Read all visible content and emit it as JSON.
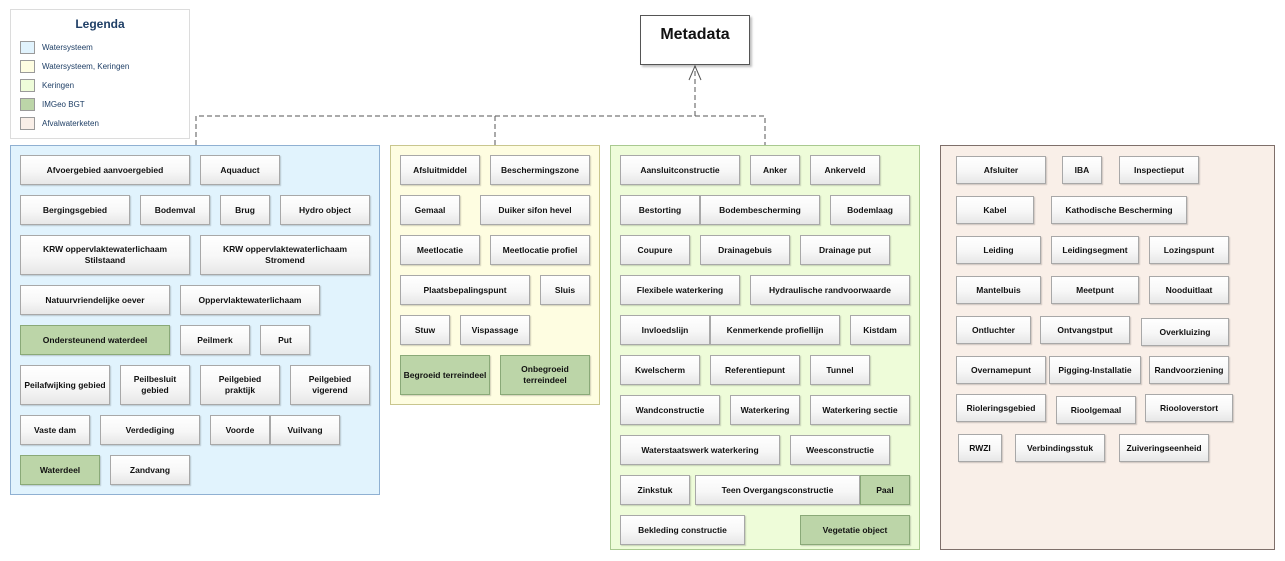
{
  "title": "Metadata",
  "legend": {
    "title": "Legenda",
    "items": [
      {
        "label": "Watersysteem",
        "color": "#e1f3fd"
      },
      {
        "label": "Watersysteem, Keringen",
        "color": "#fefde1"
      },
      {
        "label": "Keringen",
        "color": "#eefcd9"
      },
      {
        "label": "IMGeo BGT",
        "color": "#bcd5a8"
      },
      {
        "label": "Afvalwaterketen",
        "color": "#f9efe8"
      }
    ]
  },
  "groups": [
    {
      "name": "watersysteem",
      "fill": "#e1f3fd",
      "border": "#8fb0d2",
      "items": [
        "Afvoergebied aanvoergebied",
        "Aquaduct",
        "Bergingsgebied",
        "Bodemval",
        "Brug",
        "Hydro object",
        "KRW oppervlaktewaterlichaam Stilstaand",
        "KRW oppervlaktewaterlichaam Stromend",
        "Natuurvriendelijke oever",
        "Oppervlaktewaterlichaam",
        "Ondersteunend waterdeel",
        "Peilmerk",
        "Put",
        "Peilafwijking gebied",
        "Peilbesluit gebied",
        "Peilgebied praktijk",
        "Peilgebied vigerend",
        "Vaste dam",
        "Verdediging",
        "Voorde",
        "Vuilvang",
        "Waterdeel",
        "Zandvang"
      ]
    },
    {
      "name": "watersysteem-keringen",
      "fill": "#fefde1",
      "border": "#c9c68e",
      "items": [
        "Afsluitmiddel",
        "Beschermingszone",
        "Gemaal",
        "Duiker sifon hevel",
        "Meetlocatie",
        "Meetlocatie profiel",
        "Plaatsbepalingspunt",
        "Sluis",
        "Stuw",
        "Vispassage",
        "Begroeid terreindeel",
        "Onbegroeid terreindeel"
      ]
    },
    {
      "name": "keringen",
      "fill": "#eefcd9",
      "border": "#a9c990",
      "items": [
        "Aansluitconstructie",
        "Anker",
        "Ankerveld",
        "Bestorting",
        "Bodembescherming",
        "Bodemlaag",
        "Coupure",
        "Drainagebuis",
        "Drainage put",
        "Flexibele waterkering",
        "Hydraulische randvoorwaarde",
        "Invloedslijn",
        "Kenmerkende profiellijn",
        "Kistdam",
        "Kwelscherm",
        "Referentiepunt",
        "Tunnel",
        "Wandconstructie",
        "Waterkering",
        "Waterkering sectie",
        "Waterstaatswerk waterkering",
        "Weesconstructie",
        "Zinkstuk",
        "Teen Overgangsconstructie",
        "Paal",
        "Bekleding constructie",
        "Vegetatie object"
      ]
    },
    {
      "name": "afvalwaterketen",
      "fill": "#f9efe8",
      "border": "#7e6f6a",
      "items": [
        "Afsluiter",
        "IBA",
        "Inspectieput",
        "Kabel",
        "Kathodische Bescherming",
        "Leiding",
        "Leidingsegment",
        "Lozingspunt",
        "Mantelbuis",
        "Meetpunt",
        "Nooduitlaat",
        "Ontluchter",
        "Ontvangstput",
        "Overkluizing",
        "Overnamepunt",
        "Pigging-Installatie",
        "Randvoorziening",
        "Rioleringsgebied",
        "Rioolgemaal",
        "Riooloverstort",
        "RWZI",
        "Verbindingsstuk",
        "Zuiveringseenheid"
      ]
    }
  ]
}
